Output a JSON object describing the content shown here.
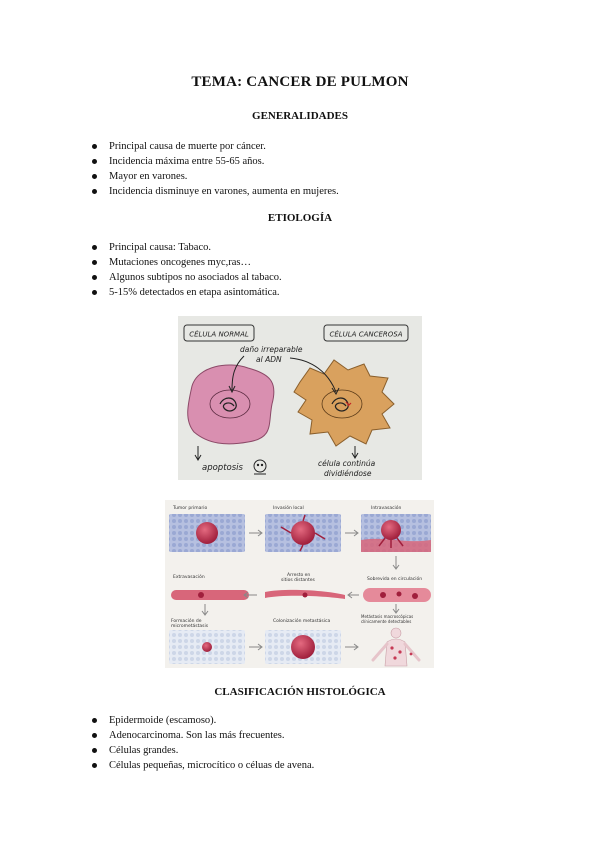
{
  "title": "TEMA: CANCER DE PULMON",
  "sections": {
    "generalidades": {
      "heading": "GENERALIDADES",
      "items": [
        "Principal causa de muerte por cáncer.",
        "Incidencia máxima entre 55-65 años.",
        "Mayor en varones.",
        "Incidencia disminuye en varones, aumenta en mujeres."
      ]
    },
    "etiologia": {
      "heading": "ETIOLOGÍA",
      "items": [
        "Principal causa: Tabaco.",
        "Mutaciones oncogenes myc,ras…",
        "Algunos subtipos no asociados al tabaco.",
        "5-15% detectados en etapa asintomática."
      ]
    },
    "clasificacion": {
      "heading": "CLASIFICACIÓN HISTOLÓGICA",
      "items": [
        "Epidermoide (escamoso).",
        "Adenocarcinoma. Son las más frecuentes.",
        "Células grandes.",
        "Células pequeñas, microcítico o céluas de avena."
      ]
    }
  },
  "figure1": {
    "normal_label": "CÉLULA NORMAL",
    "cancer_label": "CÉLULA CANCEROSA",
    "damage_line1": "daño irreparable",
    "damage_line2": "al ADN",
    "apoptosis": "apoptosis",
    "continues_line1": "célula continúa",
    "continues_line2": "dividiéndose",
    "colors": {
      "normal_cell": "#d98fb0",
      "cancer_cell": "#d9a15e",
      "background": "#e7e8e4"
    }
  },
  "figure2": {
    "labels": {
      "primary": "Tumor primario",
      "local": "Invasión local",
      "intravasation": "Intravasación",
      "extravasation": "Extravasación",
      "arrest_line1": "Arresto en",
      "arrest_line2": "sitios distantes",
      "survival": "Sobrevida en circulación",
      "micro_line1": "Formación de",
      "micro_line2": "micrometástasis",
      "colonization": "Colonización metastásica",
      "macro_line1": "Metástasis macroscópicas",
      "macro_line2": "clínicamente detectables"
    },
    "colors": {
      "tumor": "#c63a55",
      "tissue": "#a8b6dc",
      "vessel": "#d8667a"
    }
  }
}
